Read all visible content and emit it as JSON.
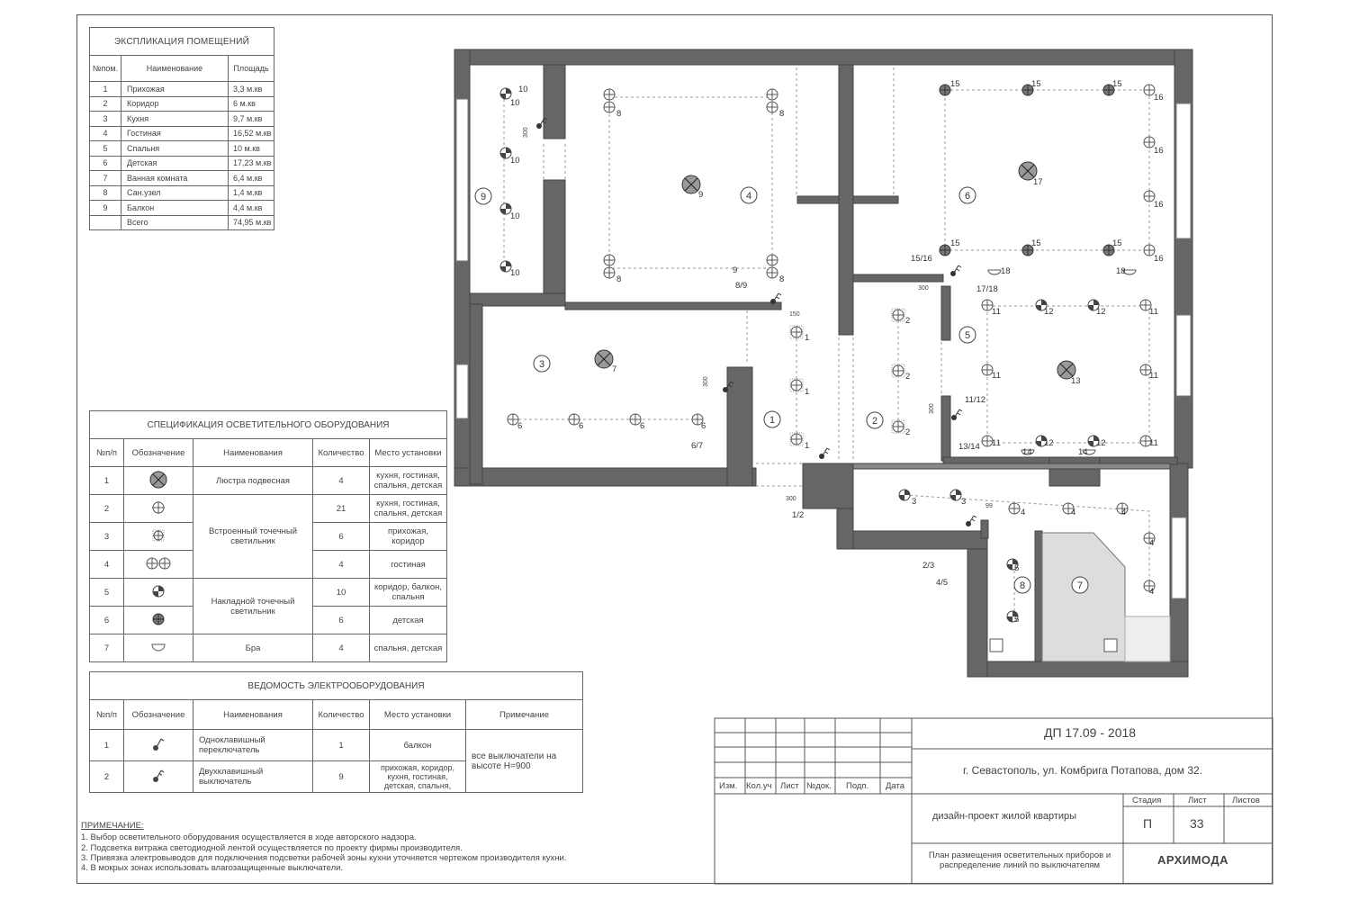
{
  "explication": {
    "title": "ЭКСПЛИКАЦИЯ ПОМЕЩЕНИЙ",
    "headers": [
      "№пом.",
      "Наименование",
      "Площадь"
    ],
    "rows": [
      [
        "1",
        "Прихожая",
        "3,3 м.кв"
      ],
      [
        "2",
        "Коридор",
        "6 м.кв"
      ],
      [
        "3",
        "Кухня",
        "9,7 м.кв"
      ],
      [
        "4",
        "Гостиная",
        "16,52 м.кв"
      ],
      [
        "5",
        "Спальня",
        "10 м.кв"
      ],
      [
        "6",
        "Детская",
        "17,23 м.кв"
      ],
      [
        "7",
        "Ванная комната",
        "6,4 м.кв"
      ],
      [
        "8",
        "Сан.узел",
        "1,4 м.кв"
      ],
      [
        "9",
        "Балкон",
        "4,4 м.кв"
      ]
    ],
    "total_label": "Всего",
    "total_value": "74,95 м.кв"
  },
  "spec": {
    "title": "СПЕЦИФИКАЦИЯ ОСВЕТИТЕЛЬНОГО ОБОРУДОВАНИЯ",
    "headers": [
      "№п/п",
      "Обозначение",
      "Наименования",
      "Количество",
      "Место установки"
    ],
    "name_groups": [
      "Люстра подвесная",
      "Встроенный точечный светильник",
      "Накладной точечный светильник",
      "Бра"
    ],
    "rows": [
      {
        "n": "1",
        "qty": "4",
        "place": "кухня, гостиная, спальня, детская",
        "icon": "chandelier-icon"
      },
      {
        "n": "2",
        "qty": "21",
        "place": "кухня, гостиная, спальня, детская",
        "icon": "recessed-spot-icon"
      },
      {
        "n": "3",
        "qty": "6",
        "place": "прихожая, коридор",
        "icon": "recessed-spot-small-icon"
      },
      {
        "n": "4",
        "qty": "4",
        "place": "гостиная",
        "icon": "double-spot-icon"
      },
      {
        "n": "5",
        "qty": "10",
        "place": "коридор, балкон, спальня",
        "icon": "surface-spot-icon"
      },
      {
        "n": "6",
        "qty": "6",
        "place": "детская",
        "icon": "surface-spot-dark-icon"
      },
      {
        "n": "7",
        "qty": "4",
        "place": "спальня, детская",
        "icon": "sconce-icon"
      }
    ]
  },
  "equipment": {
    "title": "ВЕДОМОСТЬ ЭЛЕКТРООБОРУДОВАНИЯ",
    "headers": [
      "№п/п",
      "Обозначение",
      "Наименования",
      "Количество",
      "Место установки",
      "Примечание"
    ],
    "rows": [
      {
        "n": "1",
        "name": "Одноклавишный переключатель",
        "qty": "1",
        "place": "балкон",
        "icon": "single-switch-icon"
      },
      {
        "n": "2",
        "name": "Двухклавишный выключатель",
        "qty": "9",
        "place": "прихожая, коридор, кухня, гостиная, детская, спальня,",
        "icon": "double-switch-icon"
      }
    ],
    "note": "все выключатели на высоте Н=900"
  },
  "notes": {
    "title": "ПРИМЕЧАНИЕ:",
    "items": [
      "1.  Выбор осветительного оборудования осуществляется в ходе авторского надзора.",
      "2.  Подсветка витража светодиодной лентой осуществляется по проекту фирмы производителя.",
      "3.  Привязка электровыводов для подключения подсветки рабочей зоны кухни уточняется чертежом производителя кухни.",
      "4.  В мокрых зонах использовать влагозащищенные выключатели."
    ]
  },
  "stamp": {
    "code": "ДП 17.09 - 2018",
    "address": "г. Севастополь, ул. Комбрига Потапова, дом 32.",
    "columns": [
      "Изм.",
      "Кол.уч",
      "Лист",
      "№док.",
      "Подп.",
      "Дата"
    ],
    "project": "дизайн-проект жилой квартиры",
    "sheet_title": "План размещения осветительных приборов и распределение линий по выключателям",
    "stage_label": "Стадия",
    "sheet_label": "Лист",
    "sheets_label": "Листов",
    "stage": "П",
    "sheet": "33",
    "sheets": "",
    "company": "АРХИМОДА"
  },
  "plan": {
    "room_numbers": [
      "1",
      "2",
      "3",
      "4",
      "5",
      "6",
      "7",
      "8",
      "9"
    ],
    "labels": {
      "l10": "10",
      "l8": "8",
      "l9": "9",
      "l89": "8/9",
      "l67": "6/7",
      "l6": "6",
      "l7": "7",
      "l1": "1",
      "l12": "1/2",
      "l2": "2",
      "l3": "3",
      "l23": "2/3",
      "l45": "4/5",
      "l4": "4",
      "l5": "5",
      "l11": "11",
      "l1112": "11/12",
      "l12b": "12",
      "l13": "13",
      "l1314": "13/14",
      "l14": "14",
      "l15": "15",
      "l16": "16",
      "l17": "17",
      "l1516": "15/16",
      "l18": "18",
      "l1718": "17/18",
      "d300": "300",
      "d150": "150",
      "d99": "99"
    }
  }
}
